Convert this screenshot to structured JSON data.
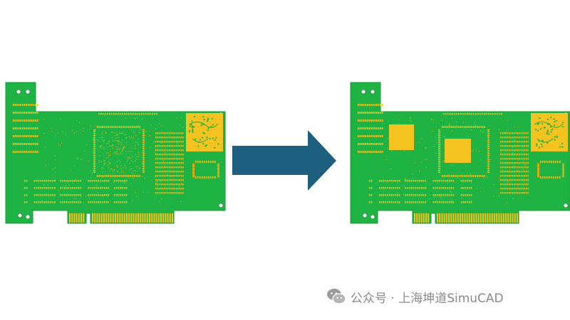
{
  "figure": {
    "left_board": {
      "state": "before"
    },
    "right_board": {
      "state": "after"
    },
    "arrow": {
      "direction": "right",
      "color": "#1e5f80"
    }
  },
  "colors": {
    "board_green": "#1fb343",
    "board_edge": "#179a37",
    "copper_yellow": "#f4c320",
    "mounting_hole": "#ffffff"
  },
  "watermark": {
    "icon": "wechat-icon",
    "text": "公众号 · 上海坤道SimuCAD"
  }
}
